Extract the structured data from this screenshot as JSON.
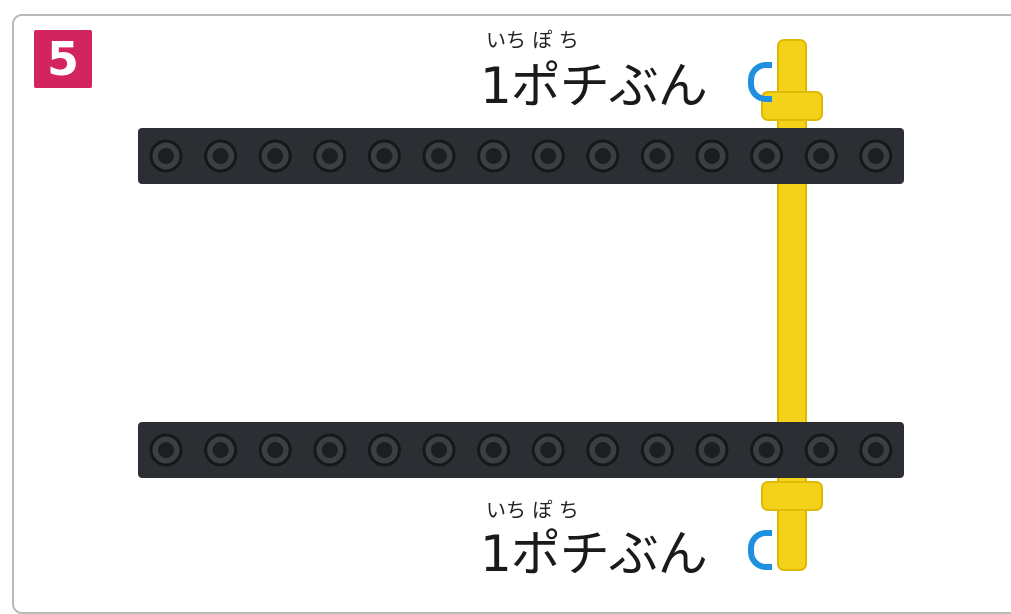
{
  "step": {
    "number": "5"
  },
  "captions": {
    "top": {
      "ruby": "いち ぽ ち",
      "text": "1ポチぶん"
    },
    "bottom": {
      "ruby": "いち ぽ ち",
      "text": "1ポチぶん"
    }
  },
  "colors": {
    "badge": "#d2245f",
    "beam": "#2b2f33",
    "axle": "#f5d21a",
    "mark": "#1f8fe0"
  },
  "beams": {
    "stud_count": 14
  }
}
